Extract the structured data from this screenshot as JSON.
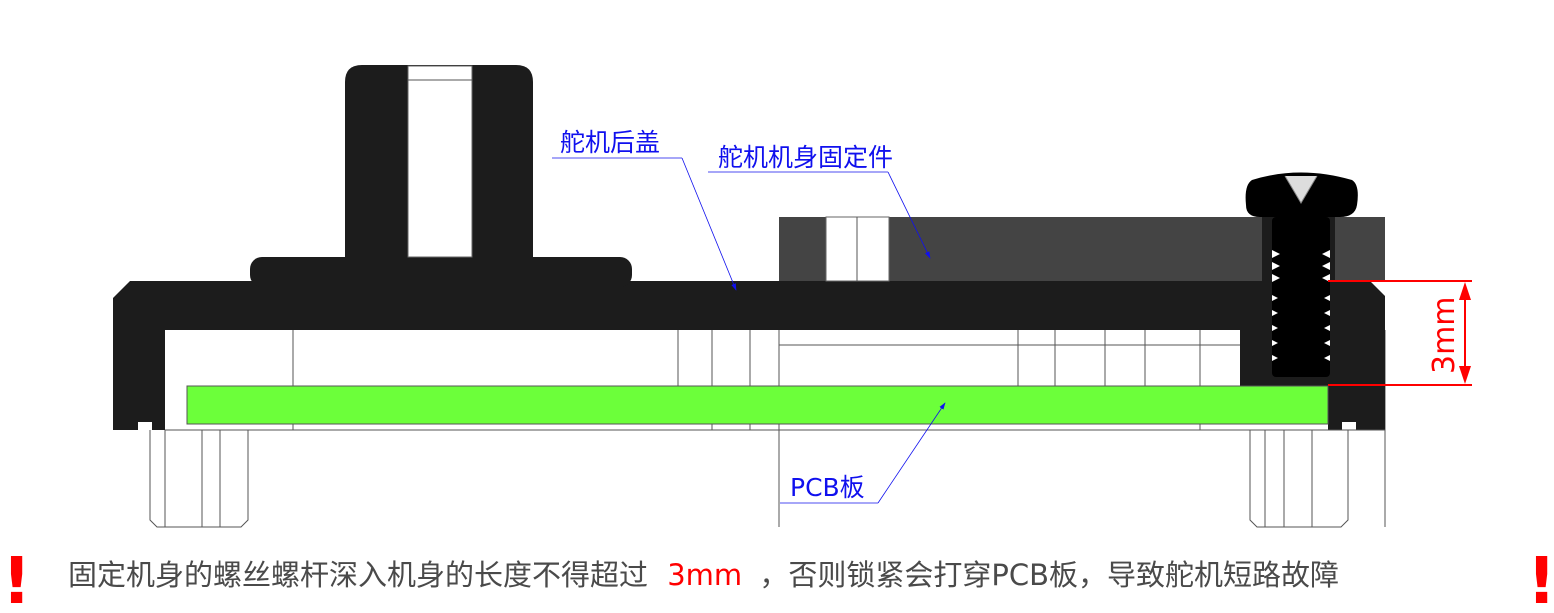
{
  "labels": {
    "rear_cover": "舵机后盖",
    "body_fixture": "舵机机身固定件",
    "pcb": "PCB板"
  },
  "dimension": {
    "value": "3mm"
  },
  "caption": {
    "before": "固定机身的螺丝螺杆深入机身的长度不得超过",
    "highlight": "3mm",
    "after": "，否则锁紧会打穿PCB板，导致舵机短路故障",
    "exclamation": "!"
  },
  "colors": {
    "label": "#1010ee",
    "warning": "#ff0000",
    "pcb": "#6cff3a",
    "cover": "#1c1c1c",
    "fixture": "#444444"
  }
}
